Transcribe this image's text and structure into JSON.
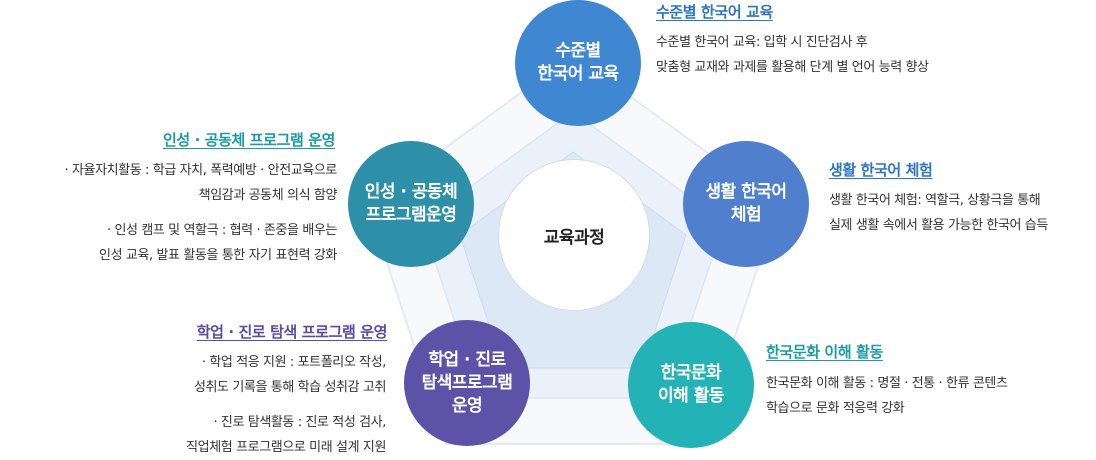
{
  "colors": {
    "top": "#3f87d1",
    "right": "#4f7fcd",
    "bottom_right": "#23b2b6",
    "bottom_left": "#5d52a8",
    "left": "#2d8fa8",
    "title_blue": "#2f75c0",
    "title_teal": "#1e9aa3",
    "title_purple": "#5a4ba6"
  },
  "center": {
    "label": "교육과정"
  },
  "nodes": {
    "top": {
      "circle_lines": [
        "수준별",
        "한국어 교육"
      ],
      "title": "수준별 한국어 교육",
      "desc_lines": [
        "수준별 한국어 교육: 입학 시 진단검사 후",
        "맞춤형 교재와 과제를 활용해 단계 별 언어 능력 향상"
      ]
    },
    "right": {
      "circle_lines": [
        "생활 한국어",
        "체험"
      ],
      "title": "생활 한국어 체험",
      "desc_lines": [
        "생활 한국어 체험: 역할극, 상황극을 통해",
        "실제 생활 속에서 활용 가능한 한국어 습득"
      ]
    },
    "bottom_right": {
      "circle_lines": [
        "한국문화",
        "이해 활동"
      ],
      "title": "한국문화 이해 활동",
      "desc_lines": [
        "한국문화 이해 활동 : 명절 · 전통 · 한류 콘텐츠",
        "학습으로 문화 적응력 강화"
      ]
    },
    "bottom_left": {
      "circle_lines": [
        "학업 · 진로",
        "탐색프로그램",
        "운영"
      ],
      "title": "학업 · 진로 탐색 프로그램 운영",
      "desc_group1": [
        "· 학업 적응 지원 : 포트폴리오 작성,",
        "성취도 기록을 통해 학습 성취감 고취"
      ],
      "desc_group2": [
        "· 진로 탐색활동 : 진로 적성 검사,",
        "직업체험 프로그램으로 미래 설계 지원"
      ]
    },
    "left": {
      "circle_lines": [
        "인성 · 공동체",
        "프로그램운영"
      ],
      "title": "인성 · 공동체 프로그램 운영",
      "desc_group1": [
        "· 자율자치활동 : 학급 자치, 폭력예방 · 안전교육으로",
        "책임감과 공동체 의식 함양"
      ],
      "desc_group2": [
        "· 인성 캠프 및 역할극 : 협력 · 존중을 배우는",
        "인성 교육, 발표 활동을 통한 자기 표현력 강화"
      ]
    }
  }
}
